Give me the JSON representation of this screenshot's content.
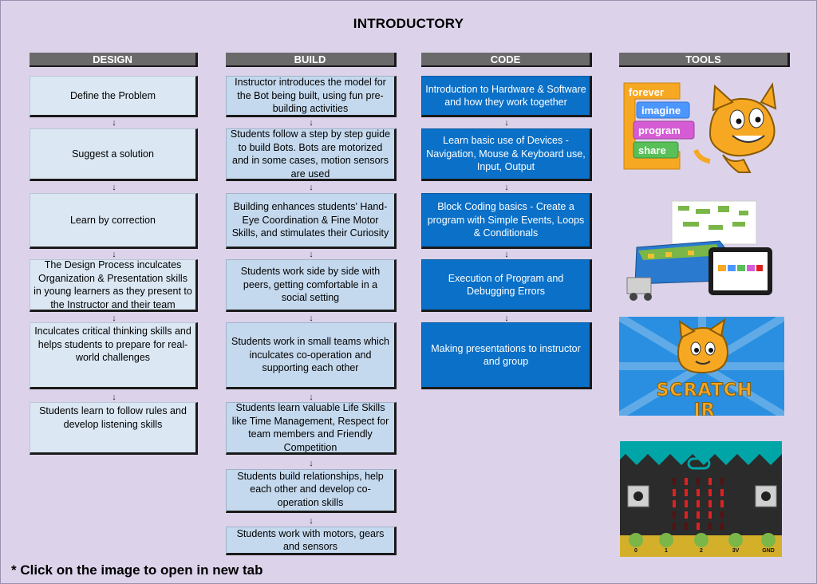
{
  "title": "INTRODUCTORY",
  "columns": {
    "design": "DESIGN",
    "build": "BUILD",
    "code": "CODE",
    "tools": "TOOLS"
  },
  "design": [
    "Define the Problem",
    "Suggest a solution",
    "Learn by correction",
    "The Design Process inculcates Organization & Presentation skills in young learners as they present to the Instructor and their team",
    "Inculcates critical thinking skills and helps students to prepare for real-world challenges",
    "Students learn to follow rules and develop listening skills"
  ],
  "build": [
    "Instructor introduces the model for the Bot being built, using fun pre-building activities",
    "Students follow a step by step guide to build Bots. Bots are motorized and in some cases, motion sensors are used",
    "Building enhances students' Hand-Eye Coordination & Fine Motor Skills, and stimulates their Curiosity",
    "Students work side by side with peers, getting comfortable in a social setting",
    "Students work in small teams which inculcates co-operation and supporting each other",
    "Students learn valuable Life Skills like Time Management, Respect for team members and Friendly Competition",
    "Students build relationships, help each other and develop co-operation skills",
    "Students work with motors, gears and sensors"
  ],
  "code": [
    "Introduction to Hardware & Software and how they work together",
    "Learn basic use of Devices - Navigation, Mouse & Keyboard use, Input, Output",
    "Block Coding basics - Create a program with Simple Events, Loops & Conditionals",
    "Execution of Program and Debugging Errors",
    "Making presentations to instructor and group"
  ],
  "arrow_glyph": "↓",
  "tools": {
    "scratch_blocks": [
      "forever",
      "imagine",
      "program",
      "share"
    ],
    "scratchjr_logo": "SCRATCH JR",
    "microbit_pins": [
      "0",
      "1",
      "2",
      "3V",
      "GND"
    ],
    "colors": {
      "scratch_orange": "#f7a823",
      "scratch_blue": "#4c97ff",
      "scratch_pink": "#d65cd6",
      "scratch_green": "#59c059",
      "scratchjr_bg": "#2a8fe0",
      "microbit_board": "#2b2b2b",
      "microbit_led": "#e02020",
      "microbit_gold": "#d4b02a"
    }
  },
  "footer": "* Click on the image to open in new tab"
}
